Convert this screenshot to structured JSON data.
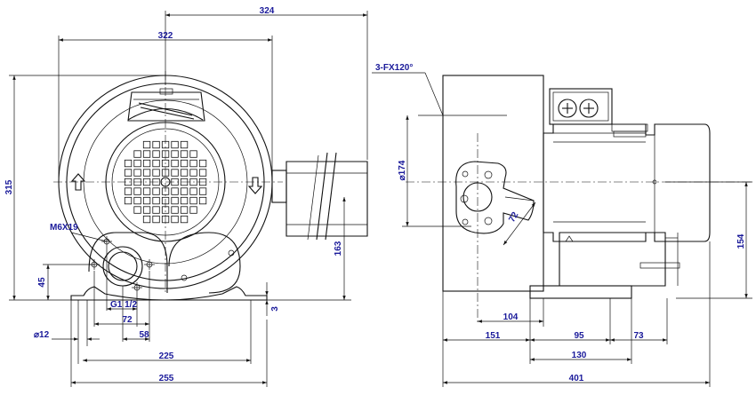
{
  "front_view": {
    "dims": {
      "overall_height": "315",
      "width_to_outlet": "324",
      "housing_width": "322",
      "outlet_center_height": "163",
      "hole_height": "45",
      "thread": "G1 1/2",
      "inlet_72": "72",
      "inlet_58": "58",
      "bolt_holes": "M6X19",
      "foot_holes": "⌀12",
      "foot_spacing": "225",
      "foot_width": "255",
      "foot_thickness": "3"
    }
  },
  "side_view": {
    "dims": {
      "flange_holes": "3-FX120°",
      "flange_diameter": "⌀174",
      "flange_72": "72",
      "axis_height": "154",
      "offset_104": "104",
      "offset_151": "151",
      "foot_95": "95",
      "foot_73": "73",
      "foot_130": "130",
      "overall_length": "401"
    }
  }
}
